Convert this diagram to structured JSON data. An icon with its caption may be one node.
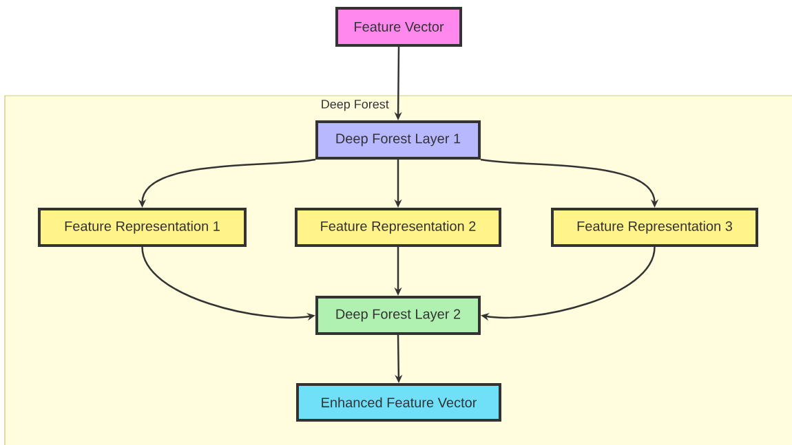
{
  "diagram": {
    "nodes": [
      {
        "text": [
          "Feature Vector"
        ]
      },
      {
        "text": [
          "Deep Forest"
        ]
      },
      {
        "text": [
          "Deep Forest Layer 1"
        ],
        "in": 1
      },
      {
        "text": [
          "Feature Representation 1"
        ],
        "in": 1
      },
      {
        "text": [
          "Feature Representation 2"
        ],
        "in": 1
      },
      {
        "text": [
          "Feature Representation 3"
        ],
        "in": 1
      },
      {
        "text": [
          "Deep Forest Layer 2"
        ],
        "in": 1
      },
      {
        "text": [
          "Enhanced Feature Vector"
        ],
        "in": 1
      }
    ],
    "edges": [
      {
        "from": 0,
        "to": 2,
        "arrow": "to"
      },
      {
        "from": 2,
        "to": 3,
        "arrow": "to"
      },
      {
        "from": 2,
        "to": 4,
        "arrow": "to"
      },
      {
        "from": 2,
        "to": 5,
        "arrow": "to"
      },
      {
        "from": 3,
        "to": 6,
        "arrow": "to"
      },
      {
        "from": 4,
        "to": 6,
        "arrow": "to"
      },
      {
        "from": 5,
        "to": 6,
        "arrow": "to"
      },
      {
        "from": 6,
        "to": 7,
        "arrow": "to"
      }
    ]
  }
}
